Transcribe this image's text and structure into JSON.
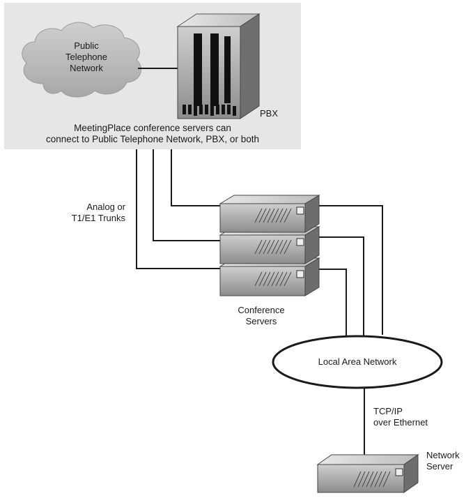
{
  "labels": {
    "cloud": [
      "Public",
      "Telephone",
      "Network"
    ],
    "pbx": "PBX",
    "caption": [
      "MeetingPlace conference servers can",
      "connect to Public Telephone Network, PBX, or both"
    ],
    "trunks": [
      "Analog or",
      "T1/E1 Trunks"
    ],
    "conference_servers": [
      "Conference",
      "Servers"
    ],
    "lan": "Local Area Network",
    "tcpip": [
      "TCP/IP",
      "over Ethernet"
    ],
    "network_server": [
      "Network",
      "Server"
    ]
  },
  "colors": {
    "panel": "#e6e6e6",
    "cloud": "#b9b9b9",
    "device_light": "#d6d6d6",
    "device_mid": "#9e9e9e",
    "device_dark": "#6e6e6e",
    "line": "#1a1a1a"
  }
}
